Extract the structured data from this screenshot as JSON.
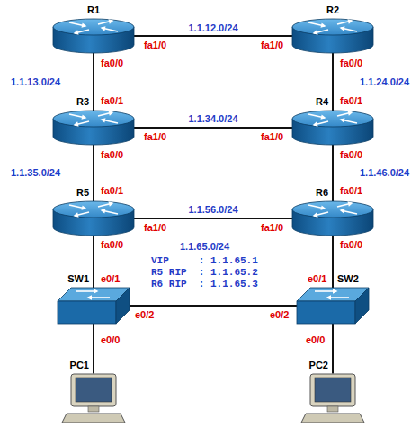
{
  "diagram": {
    "nodes": [
      {
        "text": [
          "R1"
        ]
      },
      {
        "text": [
          "R2"
        ]
      },
      {
        "text": [
          "R3"
        ]
      },
      {
        "text": [
          "R4"
        ]
      },
      {
        "text": [
          "R5"
        ]
      },
      {
        "text": [
          "R6"
        ]
      },
      {
        "text": [
          "SW1"
        ]
      },
      {
        "text": [
          "SW2"
        ]
      },
      {
        "text": [
          "PC1"
        ]
      },
      {
        "text": [
          "PC2"
        ]
      }
    ],
    "edges": [
      {
        "from": 0,
        "to": 1,
        "arrow": "none",
        "label": "1.1.12.0/24"
      },
      {
        "from": 0,
        "to": 2,
        "arrow": "none",
        "label": "1.1.13.0/24"
      },
      {
        "from": 1,
        "to": 3,
        "arrow": "none",
        "label": "1.1.24.0/24"
      },
      {
        "from": 2,
        "to": 3,
        "arrow": "none",
        "label": "1.1.34.0/24"
      },
      {
        "from": 2,
        "to": 4,
        "arrow": "none",
        "label": "1.1.35.0/24"
      },
      {
        "from": 3,
        "to": 5,
        "arrow": "none",
        "label": "1.1.46.0/24"
      },
      {
        "from": 4,
        "to": 5,
        "arrow": "none",
        "label": "1.1.56.0/24"
      },
      {
        "from": 4,
        "to": 6,
        "arrow": "none"
      },
      {
        "from": 5,
        "to": 7,
        "arrow": "none"
      },
      {
        "from": 6,
        "to": 7,
        "arrow": "none"
      },
      {
        "from": 6,
        "to": 8,
        "arrow": "none"
      },
      {
        "from": 7,
        "to": 9,
        "arrow": "none"
      }
    ],
    "labels": [
      "fa1/0",
      "fa1/0",
      "fa0/0",
      "fa0/0",
      "fa0/1",
      "fa1/0",
      "fa1/0",
      "fa0/1",
      "fa0/0",
      "fa0/0",
      "fa0/1",
      "fa0/1",
      "fa1/0",
      "fa1/0",
      "fa0/0",
      "1.1.65.0/24",
      "fa0/0",
      "e0/1",
      "VIP     : 1.1.65.1",
      "R5 RIP  : 1.1.65.2",
      "R6 RIP  : 1.1.65.3",
      "e0/1",
      "e0/2",
      "e0/2",
      "e0/0",
      "e0/0"
    ]
  }
}
